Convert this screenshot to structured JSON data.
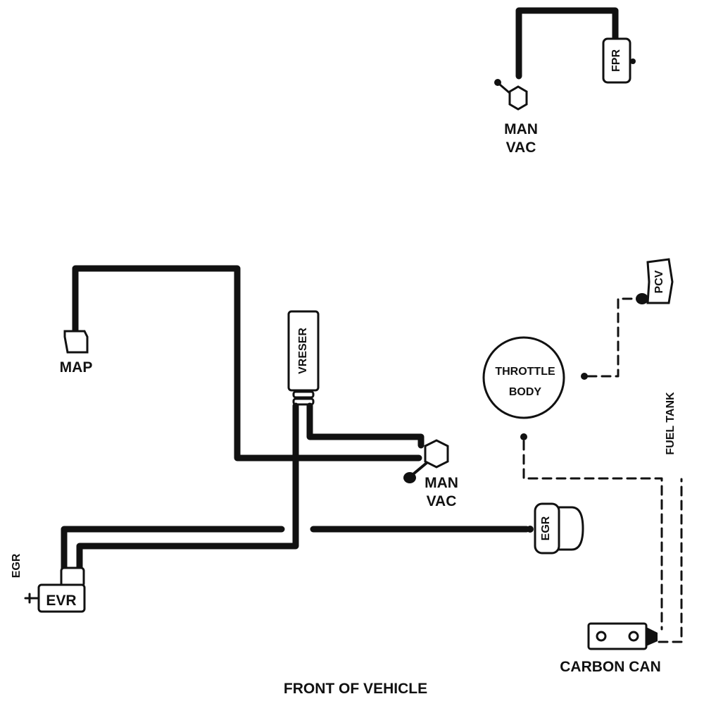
{
  "labels": {
    "fpr": "FPR",
    "man_vac_top_line1": "MAN",
    "man_vac_top_line2": "VAC",
    "map": "MAP",
    "vreser": "VRESER",
    "pcv": "PCV",
    "throttle_body_line1": "THROTTLE",
    "throttle_body_line2": "BODY",
    "fuel_tank": "FUEL TANK",
    "man_vac_mid_line1": "MAN",
    "man_vac_mid_line2": "VAC",
    "egr_left": "EGR",
    "evr": "EVR",
    "egr_valve": "EGR",
    "carbon_can": "CARBON CAN",
    "front_of_vehicle": "FRONT OF VEHICLE"
  },
  "line_styles": {
    "vacuum_hose": "solid",
    "evap_line": "dashed"
  },
  "colors": {
    "ink": "#111111",
    "background": "#ffffff"
  }
}
